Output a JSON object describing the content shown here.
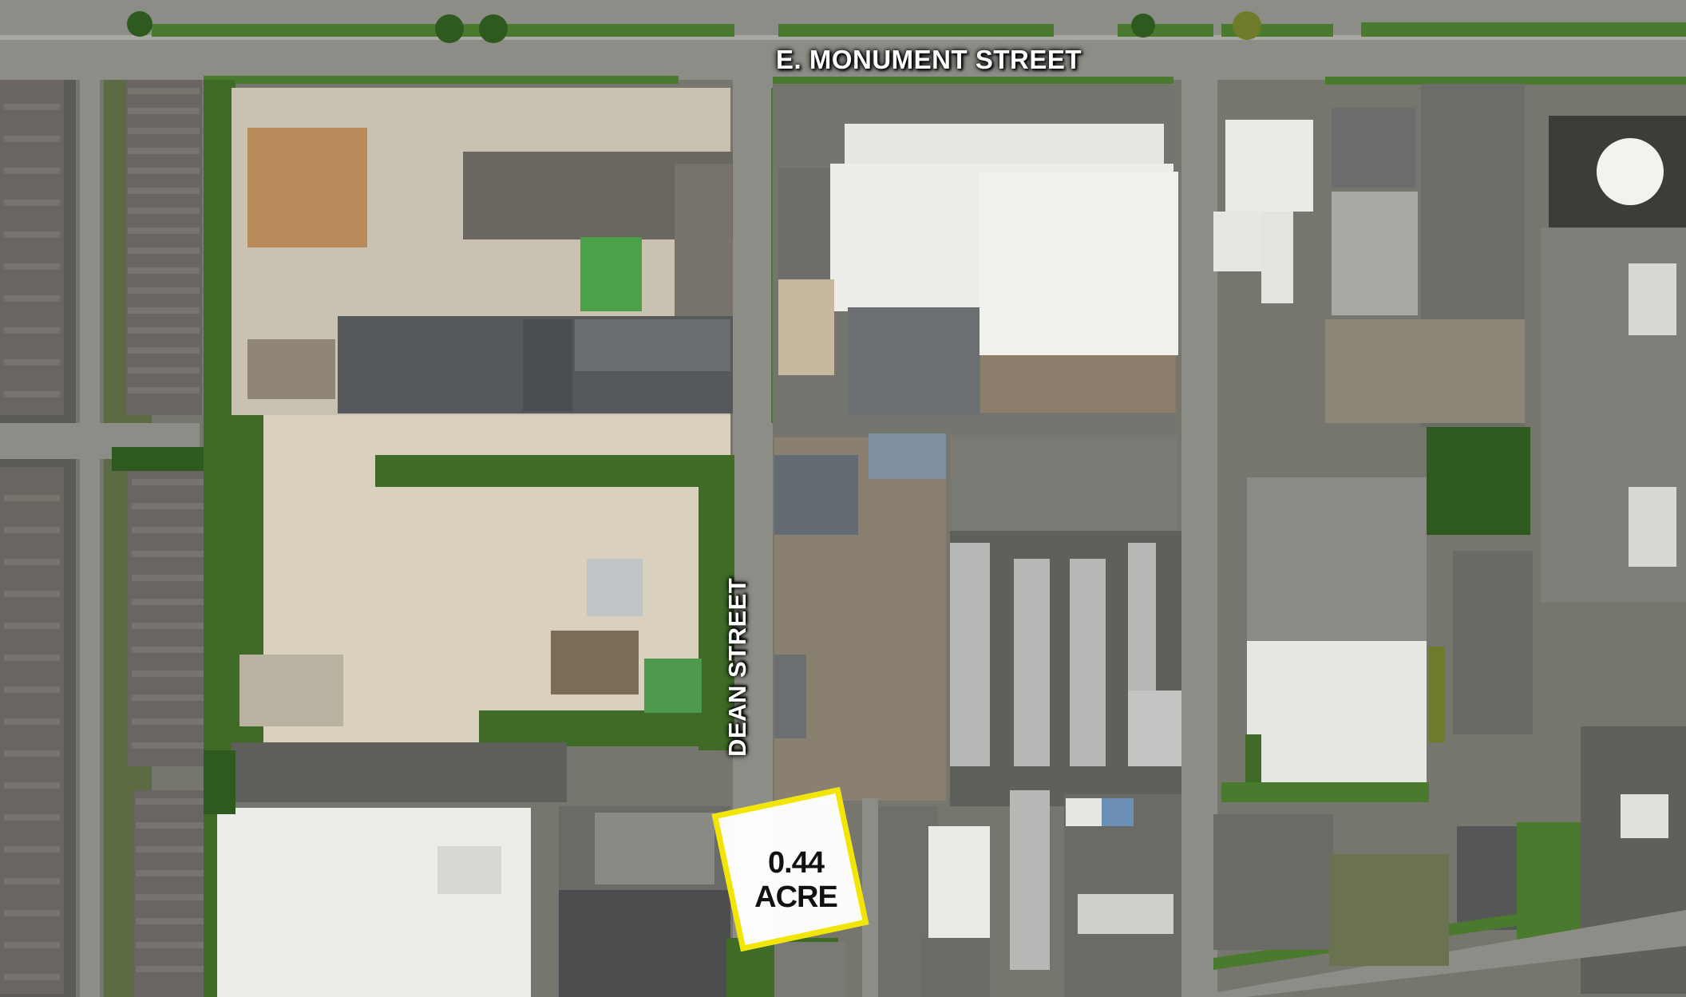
{
  "map": {
    "type": "aerial-site-map",
    "streets": {
      "monument": "E. MONUMENT STREET",
      "dean": "DEAN STREET"
    },
    "parcel": {
      "label": "0.44 ACRE",
      "outline_color": "#f2e600"
    },
    "colors": {
      "road": "#8d8d87",
      "grass": "#4a7a2e",
      "trees": "#2f5a1f",
      "roof_light": "#e9e9e6",
      "roof_dark": "#55585a",
      "gravel": "#d9d1bd"
    }
  }
}
